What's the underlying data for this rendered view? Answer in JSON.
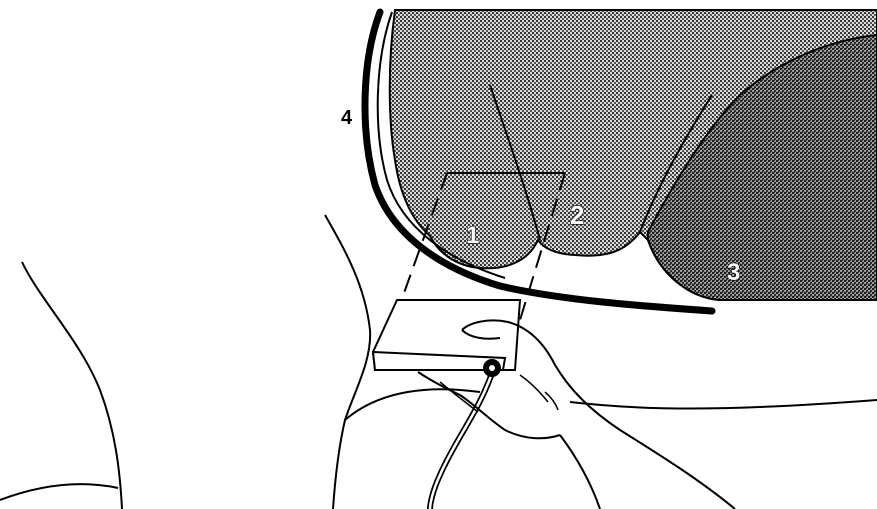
{
  "diagram": {
    "labels": {
      "lobe_1": "1",
      "lobe_2": "2",
      "lobe_3": "3",
      "probe_path": "4"
    },
    "colors": {
      "line": "#000000",
      "background": "#ffffff",
      "light_stipple": "#8c8c8c",
      "dark_stipple": "#6a6a6a"
    }
  }
}
